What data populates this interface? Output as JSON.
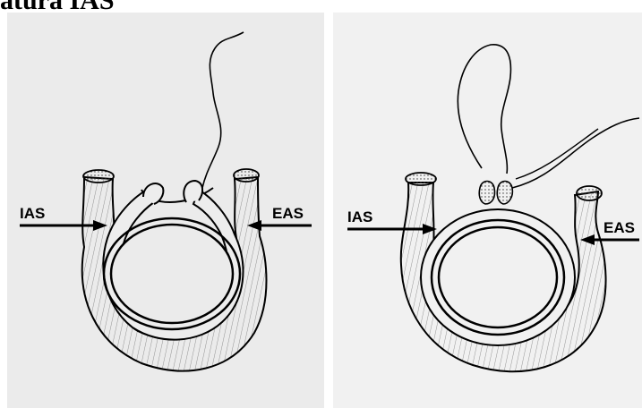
{
  "title": "atura IAS",
  "panels": [
    {
      "label_internal": "IAS",
      "label_external": "EAS"
    },
    {
      "label_internal": "IAS",
      "label_external": "EAS"
    }
  ]
}
